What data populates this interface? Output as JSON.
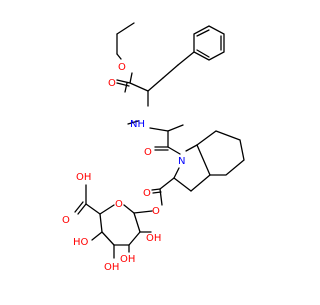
{
  "molecule": {
    "colors": {
      "bond": "#000000",
      "oxygen": "#ff0000",
      "nitrogen": "#0000ff"
    },
    "labels": {
      "o_ester_carbonyl": "O",
      "o_ester_link": "O",
      "nh": "NH",
      "o_amide": "O",
      "n_ring": "N",
      "o_ester2_carbonyl": "O",
      "o_ester2_link": "O",
      "o_sugar_ring": "O",
      "oh_acid": "OH",
      "o_acid": "O",
      "oh_1": "OH",
      "oh_2": "OH",
      "oh_3": "OH",
      "ho_left": "HO"
    }
  }
}
